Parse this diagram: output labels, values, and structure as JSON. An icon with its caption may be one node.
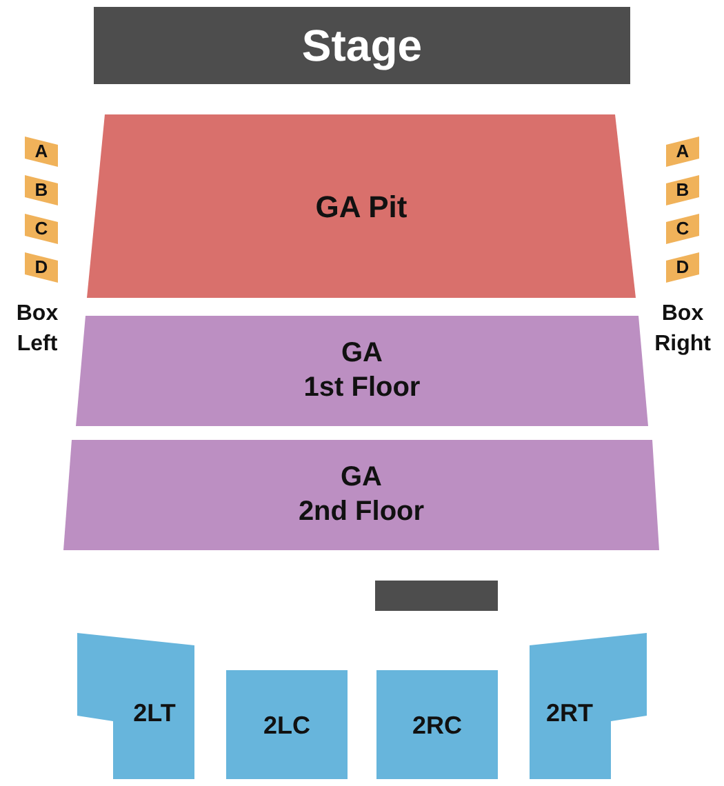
{
  "diagram": {
    "nodes": [
      {
        "text": [
          "Stage"
        ]
      },
      {
        "text": [
          "A"
        ]
      },
      {
        "text": [
          "B"
        ]
      },
      {
        "text": [
          "C"
        ]
      },
      {
        "text": [
          "D"
        ]
      },
      {
        "text": [
          "GA Pit"
        ]
      },
      {
        "text": [
          "A"
        ]
      },
      {
        "text": [
          "B"
        ]
      },
      {
        "text": [
          "C"
        ]
      },
      {
        "text": [
          "D"
        ]
      },
      {
        "text": [
          "GA 1st Floor"
        ]
      },
      {
        "text": [
          "GA 2nd Floor"
        ]
      },
      {
        "text": [],
        "shape": "bar"
      },
      {
        "text": [
          "2LT"
        ]
      },
      {
        "text": [
          "2LC"
        ]
      },
      {
        "text": [
          "2RC"
        ]
      },
      {
        "text": [
          "2RT"
        ]
      }
    ],
    "labels": [
      "Box Left",
      "Box Right"
    ]
  }
}
